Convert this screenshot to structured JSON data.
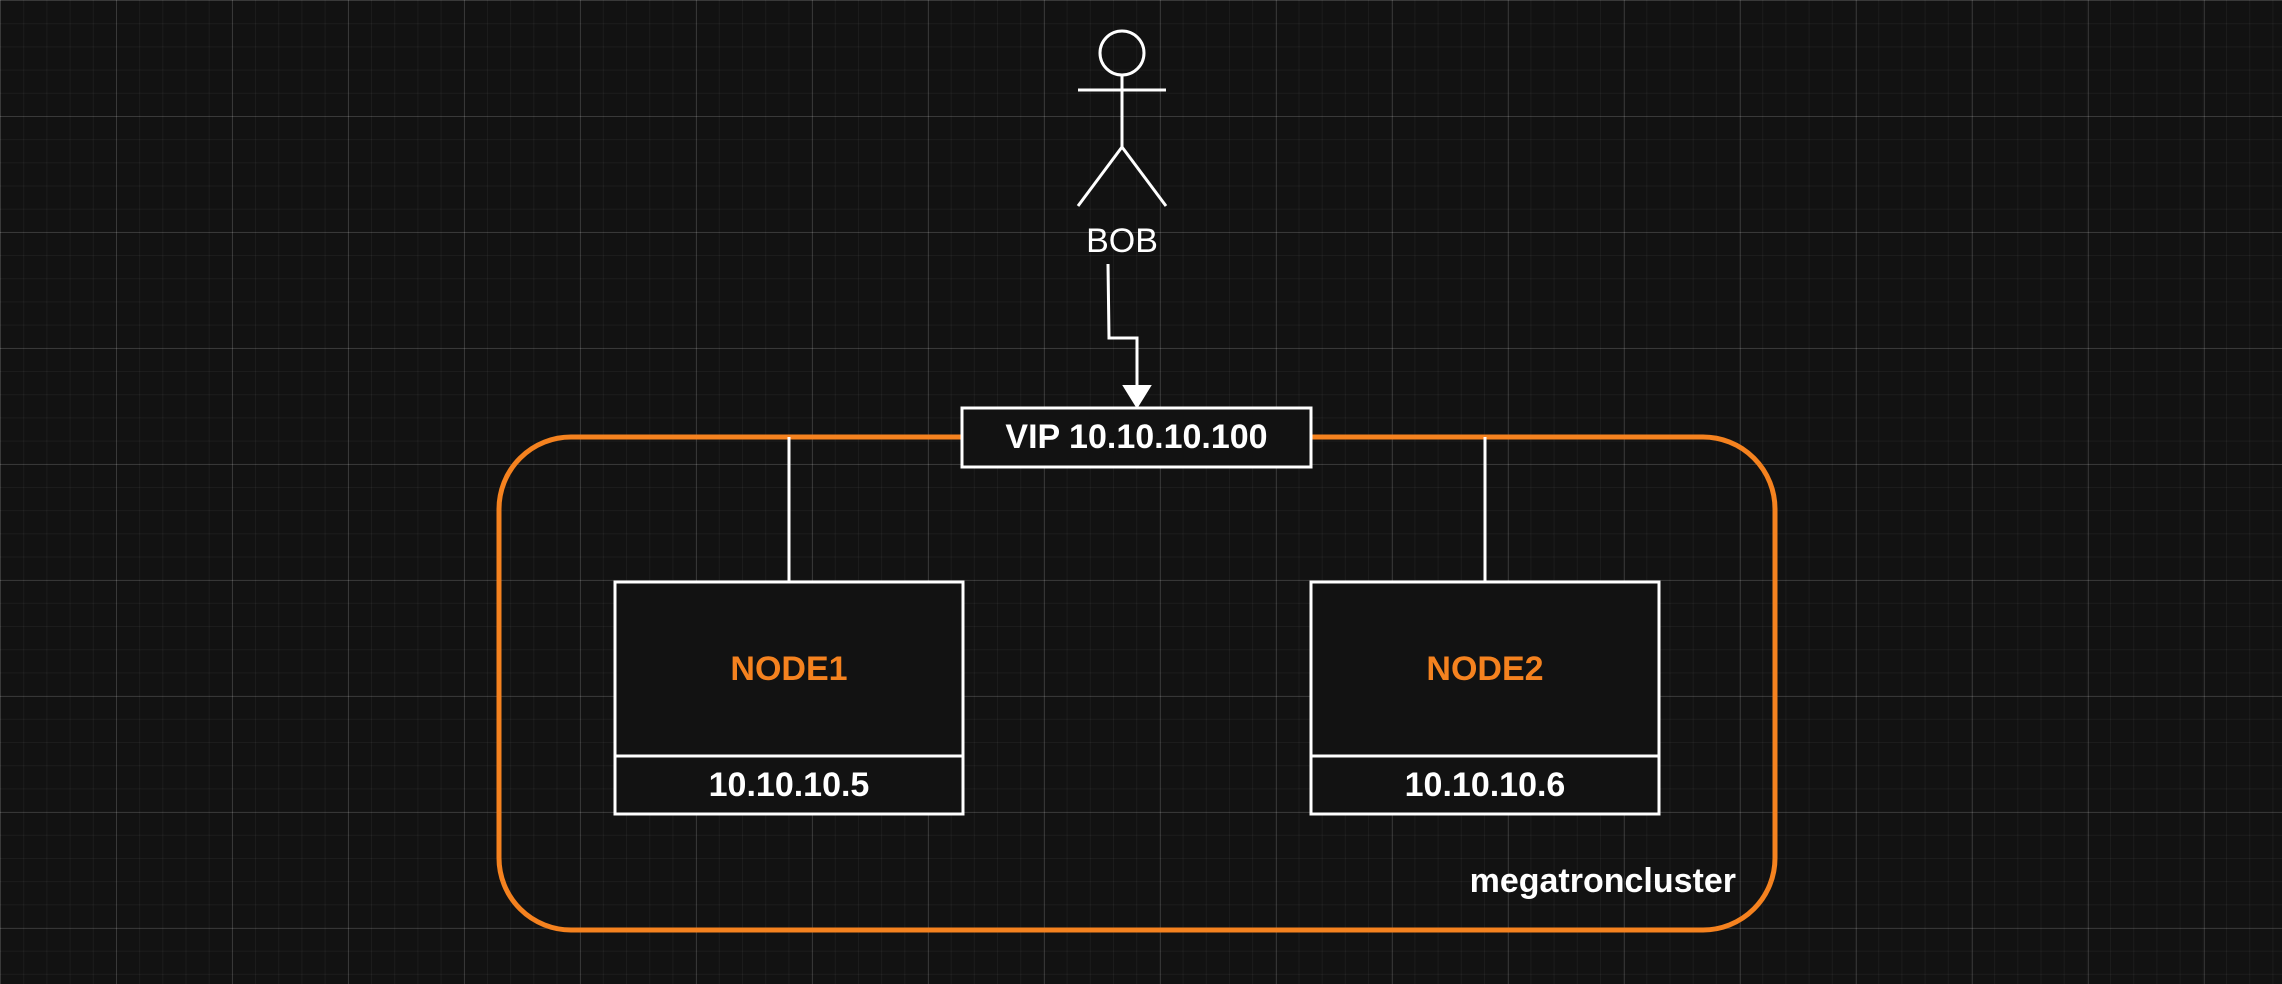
{
  "colors": {
    "background": "#121212",
    "accent": "#f5821f",
    "stroke": "#ffffff",
    "text": "#ffffff"
  },
  "actor": {
    "icon": "stick-figure-icon",
    "label": "BOB"
  },
  "vip": {
    "label": "VIP 10.10.10.100"
  },
  "cluster": {
    "label": "megatroncluster",
    "nodes": [
      {
        "name": "NODE1",
        "ip": "10.10.10.5"
      },
      {
        "name": "NODE2",
        "ip": "10.10.10.6"
      }
    ]
  }
}
